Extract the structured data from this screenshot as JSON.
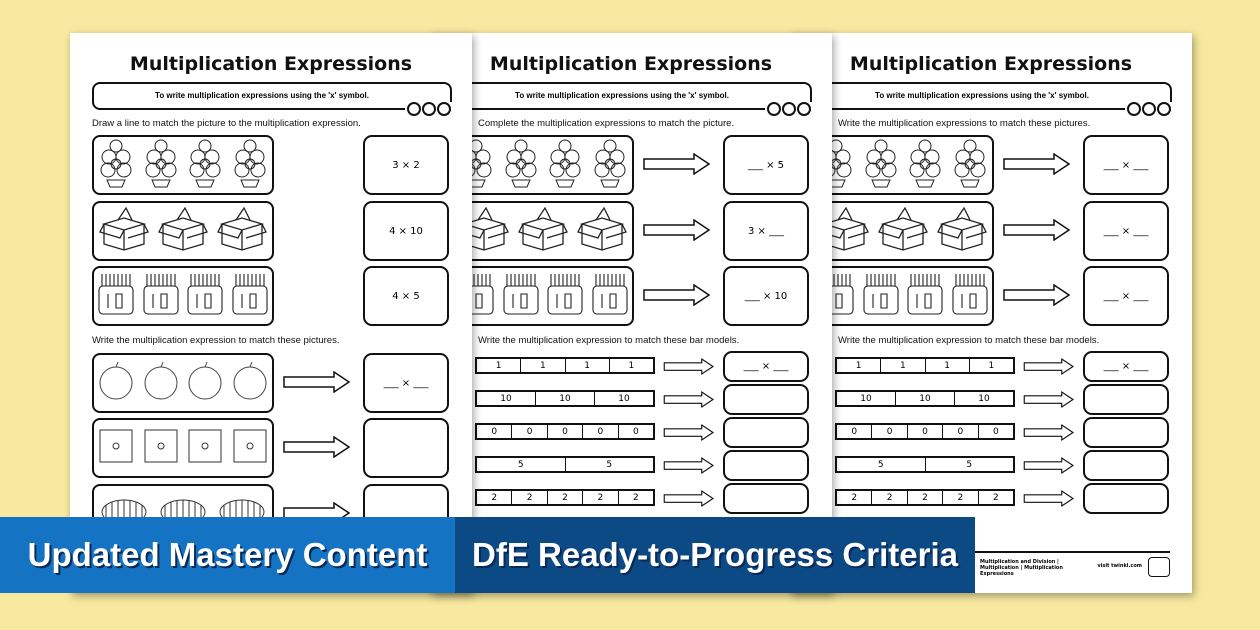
{
  "colors": {
    "background": "#f8e9a0",
    "banner_left": "#1573c4",
    "banner_right": "#0c4a86"
  },
  "banners": {
    "left": "Updated Mastery Content",
    "right": "DfE Ready-to-Progress Criteria"
  },
  "pages": [
    {
      "title": "Multiplication Expressions",
      "objective": "To write multiplication expressions using the 'x' symbol.",
      "section1": {
        "instruction": "Draw a line to match the picture to the multiplication expression.",
        "rows": [
          {
            "icon": "flower-pot-icon",
            "count": 4,
            "answer": "3 × 2",
            "arrow": false
          },
          {
            "icon": "party-box-icon",
            "count": 3,
            "answer": "4 × 10",
            "arrow": false
          },
          {
            "icon": "birthday-cake-icon",
            "count": 4,
            "answer": "4 × 5",
            "arrow": false
          }
        ]
      },
      "section2": {
        "instruction": "Write the multiplication expression to match these pictures.",
        "rows": [
          {
            "icon": "apple-icon",
            "count": 4,
            "answer": "___ × ___"
          },
          {
            "icon": "counter-square-icon",
            "count": 4,
            "answer": ""
          },
          {
            "icon": "cookie-stack-icon",
            "count": 3,
            "answer": ""
          }
        ]
      }
    },
    {
      "title": "Multiplication Expressions",
      "objective": "To write multiplication expressions using the 'x' symbol.",
      "section1": {
        "instruction": "Complete the multiplication expressions to match the picture.",
        "rows": [
          {
            "icon": "flower-pot-icon",
            "count": 4,
            "answer": "___ × 5",
            "arrow": true
          },
          {
            "icon": "party-box-icon",
            "count": 3,
            "answer": "3 × ___",
            "arrow": true
          },
          {
            "icon": "birthday-cake-icon",
            "count": 4,
            "answer": "___ × 10",
            "arrow": true
          }
        ]
      },
      "section2": {
        "instruction": "Write the multiplication expression to match these bar models.",
        "bars": [
          {
            "cells": [
              "1",
              "1",
              "1",
              "1"
            ],
            "answer": "___ × ___"
          },
          {
            "cells": [
              "10",
              "10",
              "10"
            ],
            "answer": ""
          },
          {
            "cells": [
              "0",
              "0",
              "0",
              "0",
              "0"
            ],
            "answer": ""
          },
          {
            "cells": [
              "5",
              "5"
            ],
            "answer": ""
          },
          {
            "cells": [
              "2",
              "2",
              "2",
              "2",
              "2"
            ],
            "answer": ""
          }
        ]
      }
    },
    {
      "title": "Multiplication Expressions",
      "objective": "To write multiplication expressions using the 'x' symbol.",
      "section1": {
        "instruction": "Write the multiplication expressions to match these pictures.",
        "rows": [
          {
            "icon": "flower-pot-icon",
            "count": 4,
            "answer": "___ × ___",
            "arrow": true
          },
          {
            "icon": "party-box-icon",
            "count": 3,
            "answer": "___ × ___",
            "arrow": true
          },
          {
            "icon": "birthday-cake-icon",
            "count": 4,
            "answer": "___ × ___",
            "arrow": true
          }
        ]
      },
      "section2": {
        "instruction": "Write the multiplication expression to match these bar models.",
        "bars": [
          {
            "cells": [
              "1",
              "1",
              "1",
              "1"
            ],
            "answer": "___ × ___"
          },
          {
            "cells": [
              "10",
              "10",
              "10"
            ],
            "answer": ""
          },
          {
            "cells": [
              "0",
              "0",
              "0",
              "0",
              "0"
            ],
            "answer": ""
          },
          {
            "cells": [
              "5",
              "5"
            ],
            "answer": ""
          },
          {
            "cells": [
              "2",
              "2",
              "2",
              "2",
              "2"
            ],
            "answer": ""
          }
        ]
      },
      "footer": {
        "breadcrumb": "Multiplication and Division | Multiplication | Multiplication Expressions",
        "site": "visit twinkl.com"
      }
    }
  ]
}
